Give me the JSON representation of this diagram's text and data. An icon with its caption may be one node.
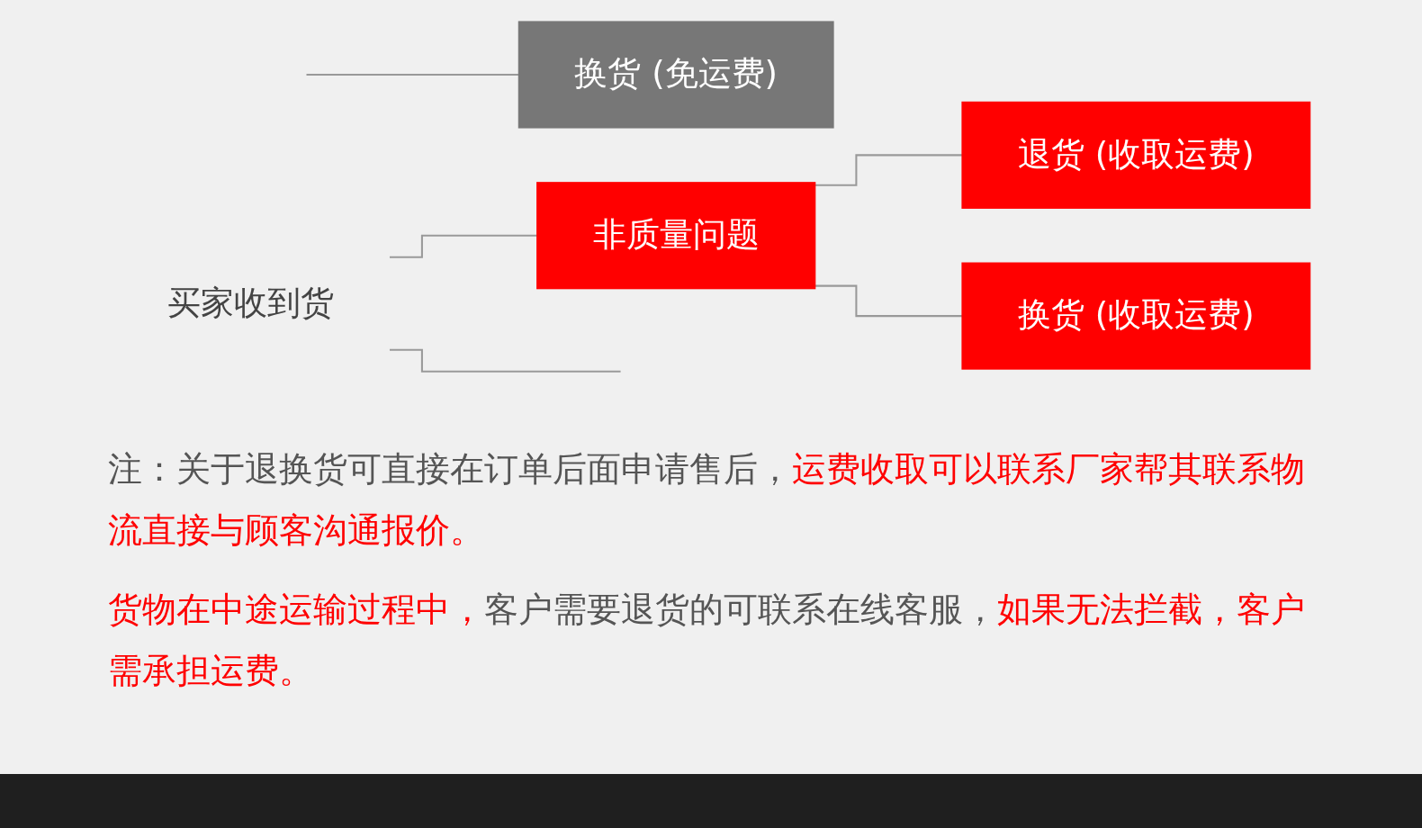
{
  "diagram": {
    "nodes": [
      {
        "text": [
          "买家收到货"
        ]
      },
      {
        "text": [
          "换货 (免运费)"
        ]
      },
      {
        "text": [
          "非质量问题"
        ]
      },
      {
        "text": [
          "退货 (收取运费)"
        ]
      },
      {
        "text": [
          "换货 (收取运费)"
        ]
      }
    ],
    "edges": [
      {
        "from": 0,
        "to": null,
        "arrow": "none"
      },
      {
        "from": null,
        "to": 1,
        "arrow": "none"
      },
      {
        "from": 0,
        "to": 2,
        "arrow": "none"
      },
      {
        "from": 2,
        "to": 3,
        "arrow": "none"
      },
      {
        "from": 2,
        "to": 4,
        "arrow": "none"
      }
    ],
    "labels": [
      "注：关于退换货可直接在订单后面申请售后，",
      "运费收取可以联系厂家帮其联系物流直接与顾客沟通报价。",
      "货物在中途运输过程中，",
      "客户需要退货的可联系在线客服，",
      "如果无法拦截，客户需承担运费。"
    ]
  }
}
